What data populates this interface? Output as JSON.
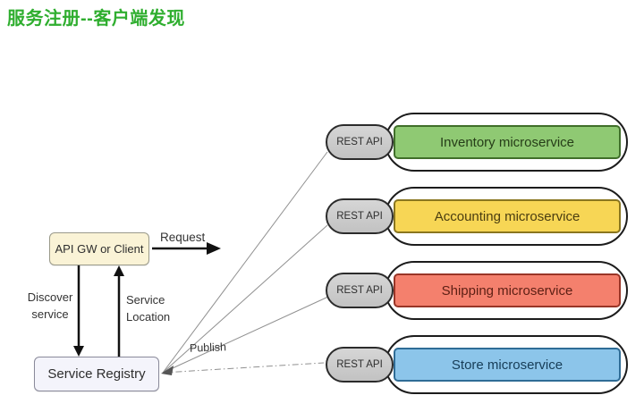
{
  "title": {
    "text": "服务注册--客户端发现",
    "color": "#2fae2f"
  },
  "client_box": {
    "label": "API GW or Client",
    "fill": "#faf3d6",
    "border": "#9a9a8a"
  },
  "registry_box": {
    "label": "Service Registry",
    "fill": "#f4f4fb",
    "border": "#8a8a9a"
  },
  "labels": {
    "request": "Request",
    "discover": "Discover\nservice",
    "service_location": "Service\nLocation",
    "publish": "Publish"
  },
  "rest_pill": {
    "fill": "#cbcbcb",
    "border": "#2b2b2b"
  },
  "services": [
    {
      "rest_label": "REST API",
      "name": "Inventory microservice",
      "fill": "#8fc973",
      "border": "#406f2a",
      "text_color": "#263d18"
    },
    {
      "rest_label": "REST API",
      "name": "Accounting microservice",
      "fill": "#f7d655",
      "border": "#8a761f",
      "text_color": "#4a3d10"
    },
    {
      "rest_label": "REST API",
      "name": "Shipping microservice",
      "fill": "#f4806d",
      "border": "#993527",
      "text_color": "#5c1f14"
    },
    {
      "rest_label": "REST API",
      "name": "Store microservice",
      "fill": "#8cc5ea",
      "border": "#2f6c96",
      "text_color": "#173d57"
    }
  ],
  "line_colors": {
    "arrow": "#111111",
    "publish": "#909090"
  }
}
